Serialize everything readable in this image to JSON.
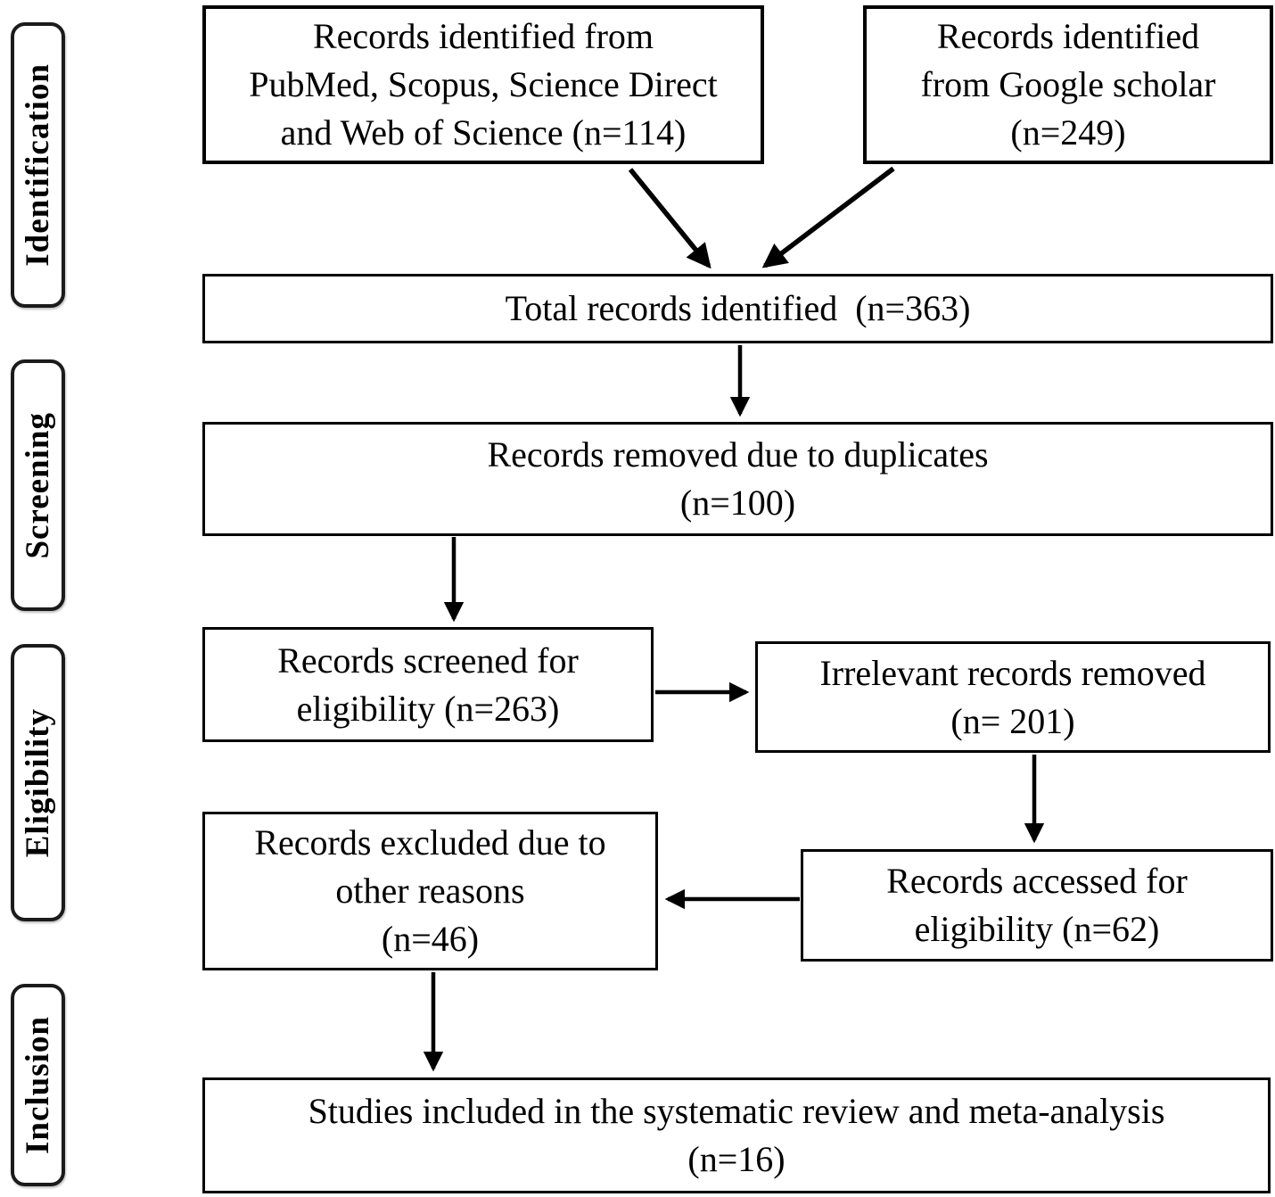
{
  "stages": {
    "identification": "Identification",
    "screening": "Screening",
    "eligibility": "Eligibility",
    "inclusion": "Inclusion"
  },
  "boxes": {
    "databases": {
      "lines": [
        "Records identified from",
        "PubMed, Scopus, Science Direct",
        "and Web of Science (n=114)"
      ],
      "n": 114
    },
    "google": {
      "lines": [
        "Records identified",
        "from Google scholar",
        "(n=249)"
      ],
      "n": 249
    },
    "total": {
      "lines": [
        "Total records identified  (n=363)"
      ],
      "n": 363
    },
    "duplicates": {
      "lines": [
        "Records removed due to duplicates",
        "(n=100)"
      ],
      "n": 100
    },
    "screened": {
      "lines": [
        "Records screened for",
        "eligibility (n=263)"
      ],
      "n": 263
    },
    "irrelevant": {
      "lines": [
        "Irrelevant records removed",
        "(n= 201)"
      ],
      "n": 201
    },
    "excluded": {
      "lines": [
        "Records excluded due to",
        "other reasons",
        "(n=46)"
      ],
      "n": 46
    },
    "accessed": {
      "lines": [
        "Records accessed for",
        "eligibility (n=62)"
      ],
      "n": 62
    },
    "included": {
      "lines": [
        "Studies included in the systematic review and meta-analysis",
        "(n=16)"
      ],
      "n": 16
    }
  },
  "arrows": [
    {
      "from": "databases",
      "to": "total"
    },
    {
      "from": "google",
      "to": "total"
    },
    {
      "from": "total",
      "to": "duplicates"
    },
    {
      "from": "duplicates",
      "to": "screened"
    },
    {
      "from": "screened",
      "to": "irrelevant"
    },
    {
      "from": "irrelevant",
      "to": "accessed"
    },
    {
      "from": "accessed",
      "to": "excluded"
    },
    {
      "from": "excluded",
      "to": "included"
    }
  ],
  "colors": {
    "line": "#000000",
    "background": "#ffffff"
  }
}
